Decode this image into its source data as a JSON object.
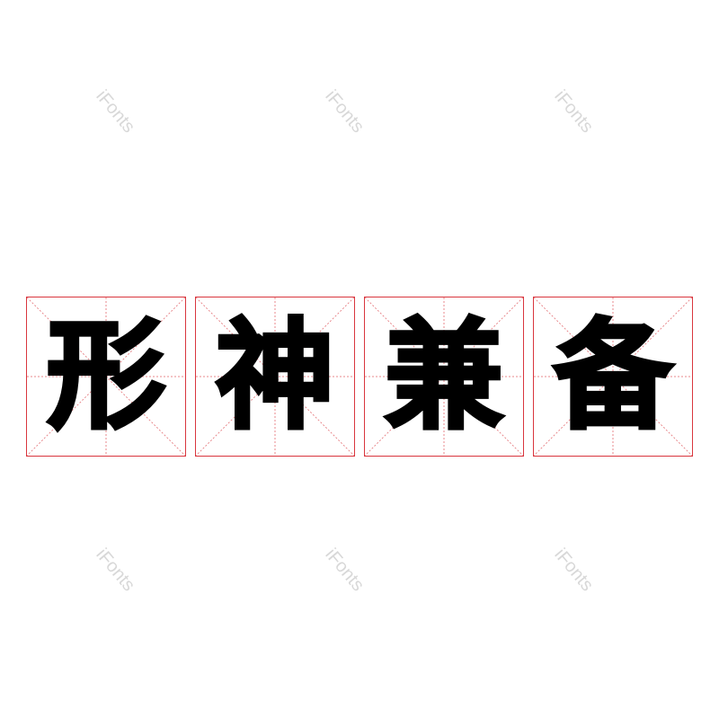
{
  "characters": [
    "形",
    "神",
    "兼",
    "备"
  ],
  "watermark": "iFonts",
  "colors": {
    "grid_border": "#d9363e",
    "grid_guides": "#e88a8e",
    "text": "#000000",
    "watermark": "#d8d8d8"
  }
}
